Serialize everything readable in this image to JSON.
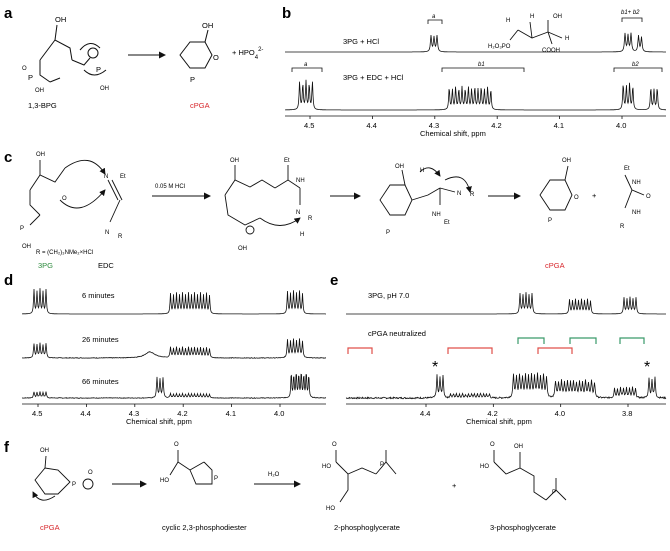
{
  "panels": {
    "a": {
      "label": "a",
      "reactant": "1,3-BPG",
      "product": "cPGA",
      "byproduct": "+  HPO",
      "byproduct_sup": "2-",
      "byproduct_sub": "4"
    },
    "b": {
      "label": "b",
      "trace_top": "3PG + HCl",
      "trace_bottom": "3PG + EDC + HCl",
      "peak_a": "a",
      "peak_b1": "b1",
      "peak_b2": "b2",
      "peak_b1b2": "b1+ b2",
      "axis_label": "Chemical shift, ppm",
      "ticks": [
        "4.5",
        "4.4",
        "4.3",
        "4.2",
        "4.1",
        "4.0"
      ],
      "struct_hb2": "H",
      "struct_hb1": "H",
      "struct_ha": "H",
      "struct_oh": "OH",
      "struct_h2o3po": "H₂O₃PO",
      "struct_cooh": "COOH"
    },
    "c": {
      "label": "c",
      "reagent_3pg": "3PG",
      "reagent_edc": "EDC",
      "r_def": "R = (CH₂)₃NMe₂×HCl",
      "condition": "0.05 M HCl",
      "product": "cPGA",
      "et": "Et",
      "nh": "NH"
    },
    "d": {
      "label": "d",
      "traces": [
        "6 minutes",
        "26 minutes",
        "66 minutes"
      ],
      "axis_label": "Chemical shift, ppm",
      "ticks": [
        "4.5",
        "4.4",
        "4.3",
        "4.2",
        "4.1",
        "4.0"
      ]
    },
    "e": {
      "label": "e",
      "trace_top": "3PG, pH 7.0",
      "trace_bottom": "cPGA neutralized",
      "star": "*",
      "axis_label": "Chemical shift, ppm",
      "ticks": [
        "4.4",
        "4.2",
        "4.0",
        "3.8"
      ]
    },
    "f": {
      "label": "f",
      "species": [
        "cPGA",
        "cyclic 2,3-phosphodiester",
        "2-phosphoglycerate",
        "3-phosphoglycerate"
      ],
      "reagent": "H₂O"
    }
  },
  "colors": {
    "highlight_red": "#d7262b",
    "highlight_green": "#2e8b3e",
    "bracket_red": "#e0504a",
    "bracket_green": "#3a9a6a"
  }
}
